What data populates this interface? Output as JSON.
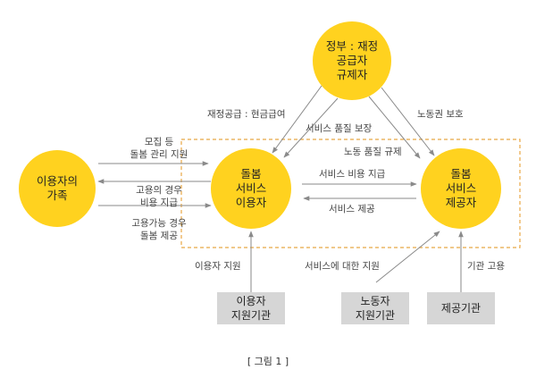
{
  "colors": {
    "node": "#ffd21f",
    "box": "#d6d6d6",
    "arrow": "#8a8a8a",
    "dashed": "#e8a845"
  },
  "nodes": {
    "government": [
      "정부 : 재정",
      "공급자",
      "규제자"
    ],
    "family": [
      "이용자의",
      "가족"
    ],
    "service_user": [
      "돌봄",
      "서비스",
      "이용자"
    ],
    "service_provider": [
      "돌봄",
      "서비스",
      "제공자"
    ]
  },
  "boxes": {
    "user_support_org": [
      "이용자",
      "지원기관"
    ],
    "worker_support_org": [
      "노동자",
      "지원기관"
    ],
    "provider_org": "제공기관"
  },
  "labels": {
    "finance": "재정공급 : 현금급여",
    "quality": "서비스 품질 보장",
    "labor_rights": "노동권 보호",
    "labor_quality": "노동 품질 규제",
    "recruit": [
      "모집 등",
      "돌봄 관리 지원"
    ],
    "employment_case": [
      "고용의 경우",
      "비용 지급"
    ],
    "employable_case": [
      "고용가능 경우",
      "돌봄 제공"
    ],
    "pay": "서비스 비용 지급",
    "provide": "서비스 제공",
    "user_support": "이용자 지원",
    "service_support": "서비스에 대한 지원",
    "hire": "기관 고용"
  },
  "caption": "[ 그림 1 ]"
}
